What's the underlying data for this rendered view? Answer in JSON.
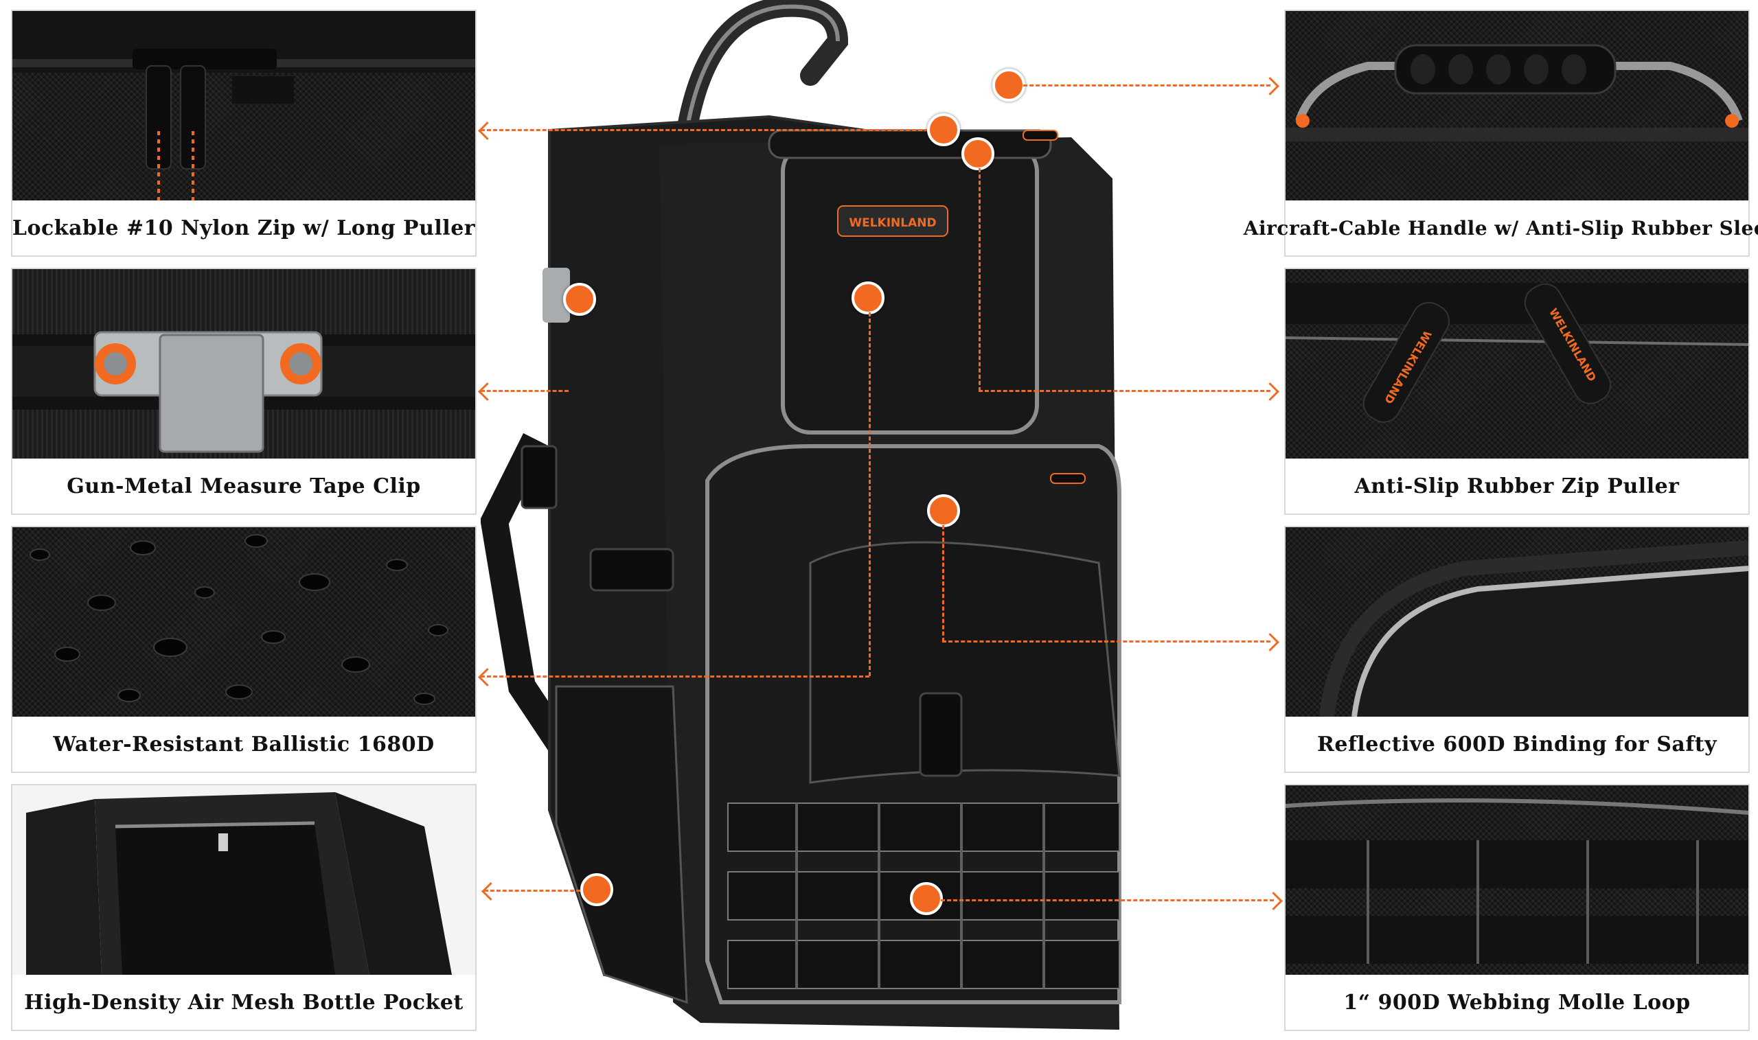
{
  "brand": {
    "name": "WELKINLAND",
    "accent_color": "#f26a21",
    "panel_border_color": "#d8d8d8"
  },
  "features_left": [
    {
      "label": "Lockable #10 Nylon Zip w/ Long Puller",
      "icon": "zipper-pullers-closeup"
    },
    {
      "label": "Gun-Metal Measure Tape Clip",
      "icon": "metal-clip-closeup"
    },
    {
      "label": "Water-Resistant Ballistic 1680D",
      "icon": "water-droplets-closeup"
    },
    {
      "label": "High-Density Air Mesh Bottle Pocket",
      "icon": "mesh-pocket-closeup"
    }
  ],
  "features_right": [
    {
      "label": "Aircraft-Cable Handle w/ Anti-Slip Rubber Sleeve",
      "icon": "handle-closeup"
    },
    {
      "label": "Anti-Slip Rubber Zip Puller",
      "icon": "rubber-puller-closeup"
    },
    {
      "label": "Reflective 600D Binding for Safty",
      "icon": "reflective-binding-closeup"
    },
    {
      "label": "1“ 900D Webbing Molle Loop",
      "icon": "molle-webbing-closeup"
    }
  ]
}
